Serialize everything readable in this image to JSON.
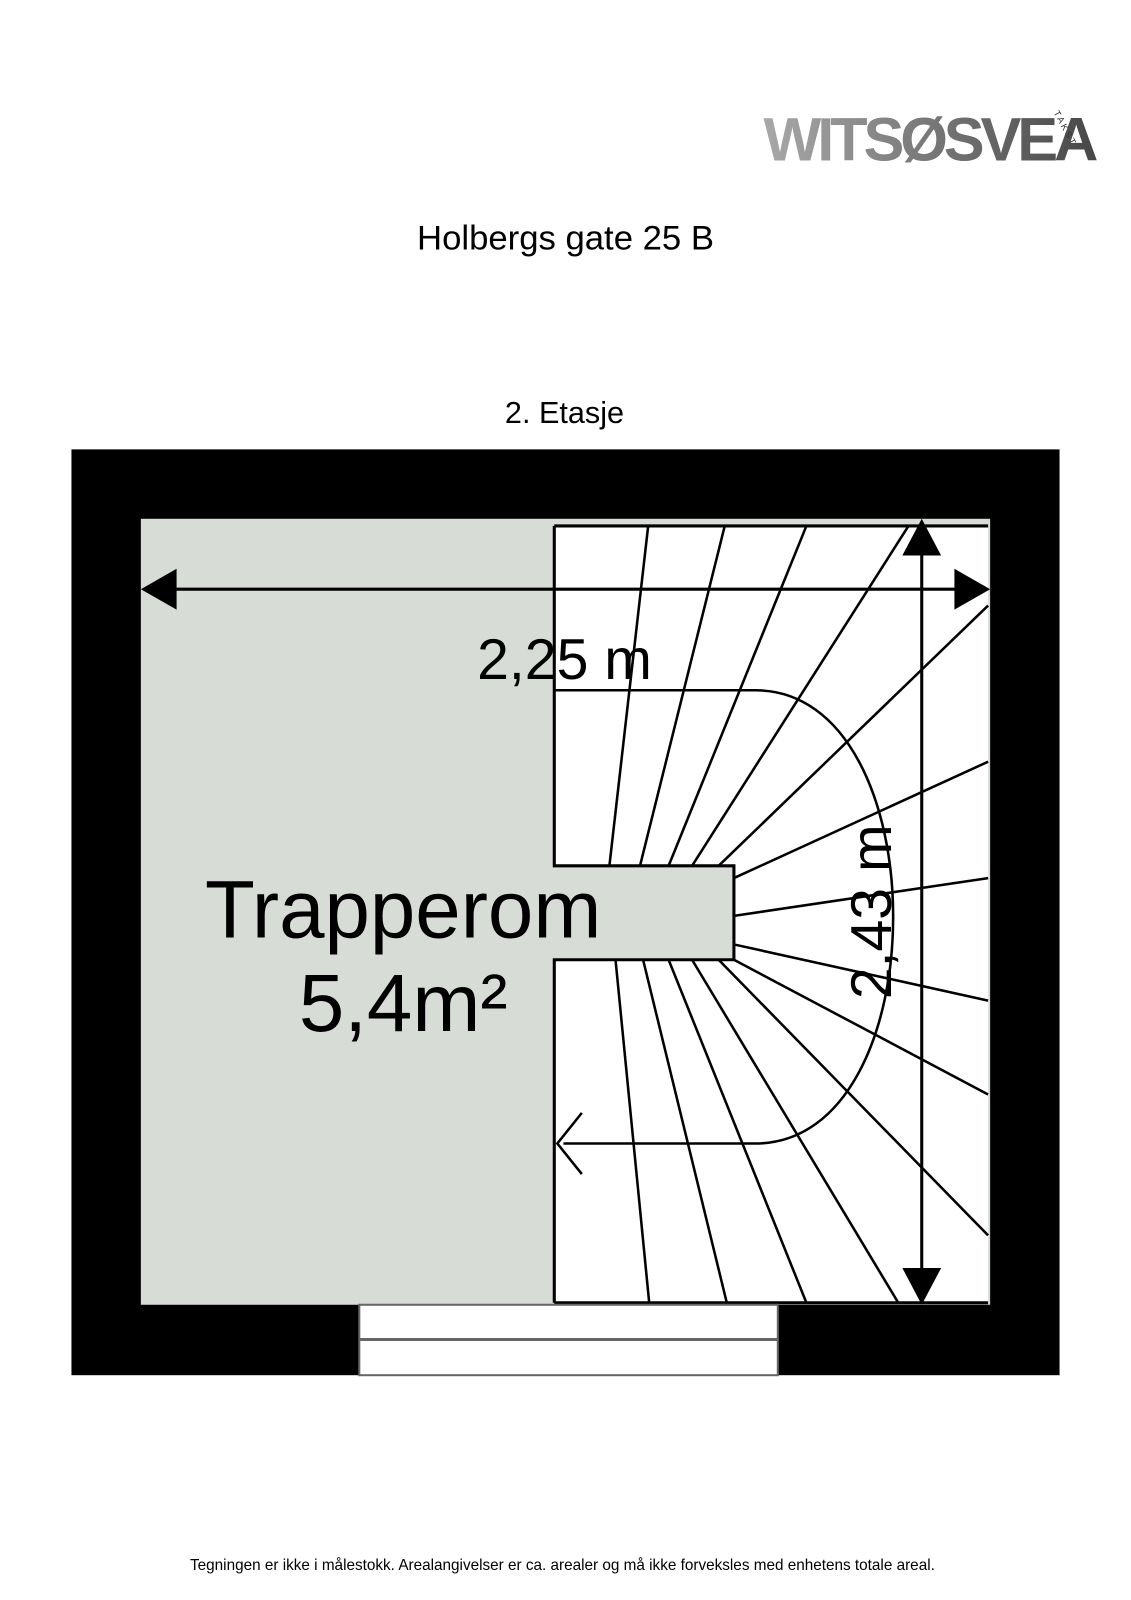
{
  "logo": {
    "text": "WITSØSVEA",
    "subtext": "TAKST",
    "color_light": "#9a9a9a",
    "color_dark": "#4a4a4a"
  },
  "header": {
    "address": "Holbergs gate 25 B",
    "floor": "2. Etasje"
  },
  "floorplan": {
    "room_name": "Trapperom",
    "room_area": "5,4m²",
    "room_fill": "#d7ddd6",
    "wall_color": "#000000",
    "dim_width": "2,25 m",
    "dim_height": "2,43 m",
    "icons": [
      "dimension-arrow-icon",
      "stair-direction-arrow-icon",
      "window-icon"
    ]
  },
  "footer": {
    "disclaimer": "Tegningen er ikke i målestokk. Arealangivelser er ca. arealer og må ikke forveksles med enhetens totale areal."
  }
}
